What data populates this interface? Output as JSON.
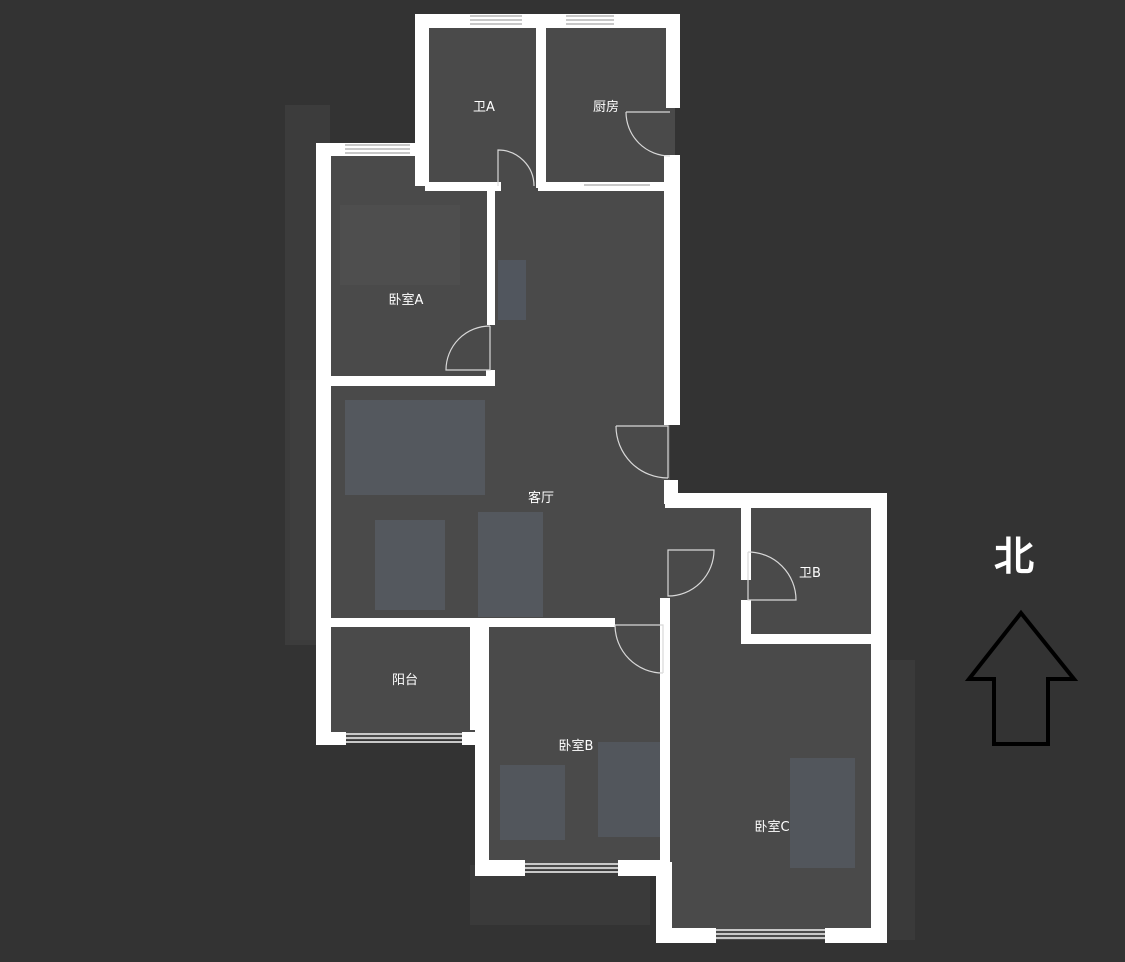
{
  "colors": {
    "background": "#333333",
    "floor": "#4a4a4a",
    "wall": "#ffffff",
    "window": "#bfbfbf",
    "label": "#ffffff",
    "arrow_fill": "#333333",
    "arrow_stroke": "#000000"
  },
  "rooms": {
    "bath_a": "卫A",
    "kitchen": "厨房",
    "bedroom_a": "卧室A",
    "living_room": "客厅",
    "bath_b": "卫B",
    "balcony": "阳台",
    "bedroom_b": "卧室B",
    "bedroom_c": "卧室C"
  },
  "compass": {
    "label": "北",
    "icon": "north-arrow-icon"
  }
}
